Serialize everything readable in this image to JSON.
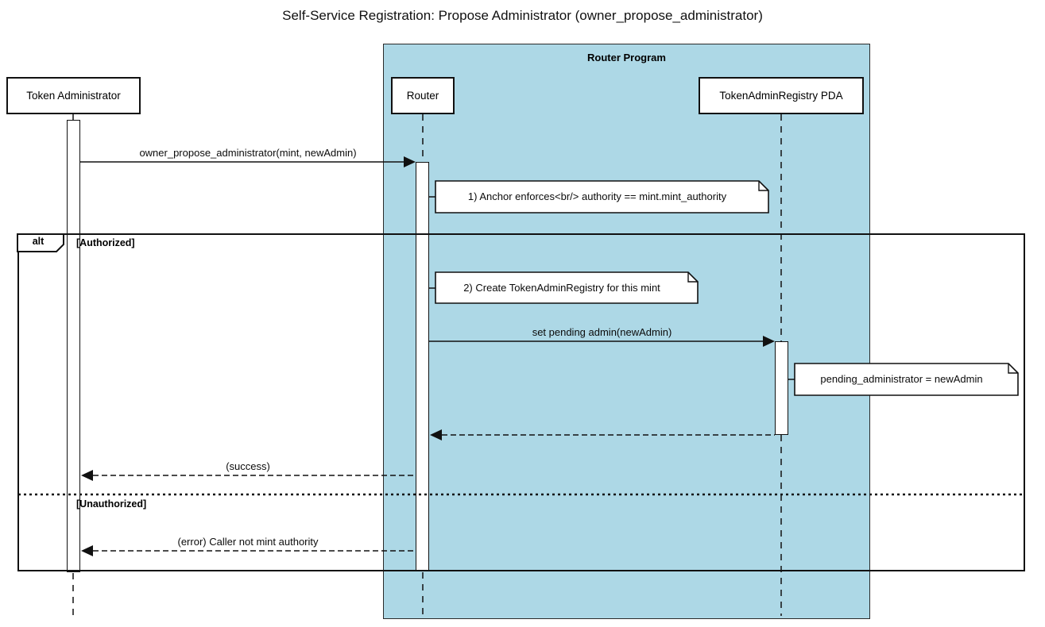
{
  "title": "Self-Service Registration: Propose Administrator (owner_propose_administrator)",
  "colors": {
    "container_fill": "#add8e6",
    "note_fill": "#ffffff",
    "line": "#111111",
    "background": "#ffffff"
  },
  "container": {
    "label": "Router Program"
  },
  "participants": [
    {
      "label": "Token Administrator"
    },
    {
      "label": "Router"
    },
    {
      "label": "TokenAdminRegistry PDA"
    }
  ],
  "alt_frame": {
    "operator": "alt",
    "sections": [
      {
        "label": "[Authorized]"
      },
      {
        "label": "[Unauthorized]"
      }
    ]
  },
  "messages": [
    {
      "label": "owner_propose_administrator(mint, newAdmin)",
      "from": "Token Administrator",
      "to": "Router",
      "style": "solid"
    },
    {
      "label": "set pending admin(newAdmin)",
      "from": "Router",
      "to": "TokenAdminRegistry PDA",
      "style": "solid"
    },
    {
      "label": "",
      "from": "TokenAdminRegistry PDA",
      "to": "Router",
      "style": "dashed"
    },
    {
      "label": "(success)",
      "from": "Router",
      "to": "Token Administrator",
      "style": "dashed"
    },
    {
      "label": "(error) Caller not mint authority",
      "from": "Router",
      "to": "Token Administrator",
      "style": "dashed"
    }
  ],
  "notes": [
    {
      "label": "1) Anchor enforces<br/> authority == mint.mint_authority"
    },
    {
      "label": "2) Create TokenAdminRegistry for this mint"
    },
    {
      "label": "pending_administrator = newAdmin"
    }
  ]
}
